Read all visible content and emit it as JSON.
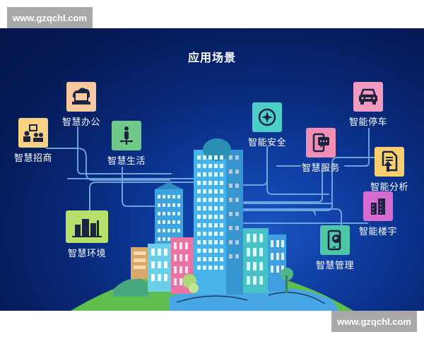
{
  "watermarks": {
    "top": "www.gzqchl.com",
    "bottom": "www.gzqchl.com"
  },
  "diagram": {
    "title": "应用场景",
    "background_color": "#0a2a7a",
    "line_color": "#7fb6ea",
    "center_graphic": "city-skyline-on-globe",
    "nodes": [
      {
        "id": "office",
        "label": "智慧办公",
        "icon": "cloud-laptop-icon",
        "color": "#f7c9a1"
      },
      {
        "id": "investment",
        "label": "智慧招商",
        "icon": "presentation-meeting-icon",
        "color": "#f6d282"
      },
      {
        "id": "life",
        "label": "智慧生活",
        "icon": "person-arrows-icon",
        "color": "#6fca8a"
      },
      {
        "id": "environment",
        "label": "智慧环境",
        "icon": "city-bars-icon",
        "color": "#b6e06b"
      },
      {
        "id": "security",
        "label": "智能安全",
        "icon": "compass-shield-icon",
        "color": "#4ccfc9"
      },
      {
        "id": "service",
        "label": "智慧服务",
        "icon": "phone-chat-icon",
        "color": "#f08fb5"
      },
      {
        "id": "parking",
        "label": "智能停车",
        "icon": "car-icon",
        "color": "#f39ac0"
      },
      {
        "id": "analysis",
        "label": "智能分析",
        "icon": "document-upload-icon",
        "color": "#f7cf6e"
      },
      {
        "id": "building",
        "label": "智能楼宇",
        "icon": "buildings-icon",
        "color": "#d86bd0"
      },
      {
        "id": "management",
        "label": "智慧管理",
        "icon": "tablet-globe-icon",
        "color": "#4fc7a6"
      }
    ]
  }
}
